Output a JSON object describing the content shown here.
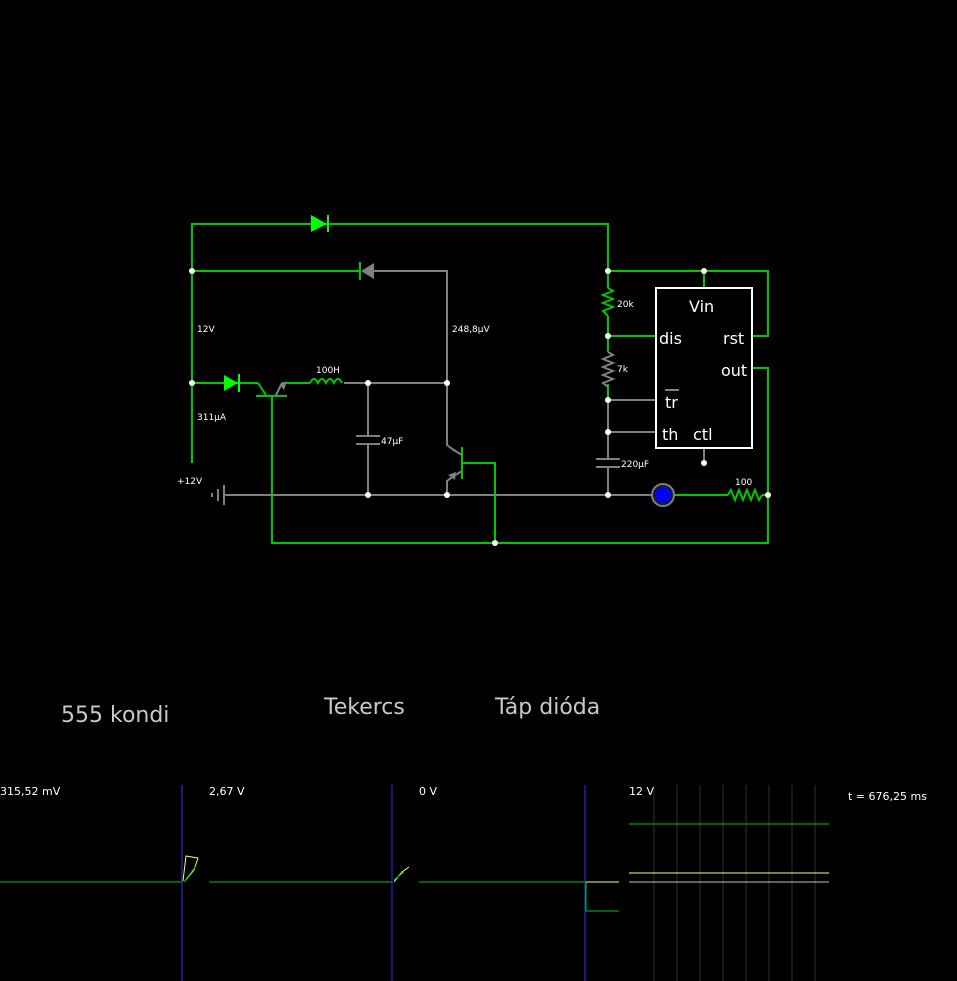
{
  "colors": {
    "background": "#000000",
    "wire_active": "#00c800",
    "wire_idle": "#808080",
    "diode_on": "#00ff00",
    "node": "#ffffff",
    "scope_cursor": "#3030ff",
    "trace_yellow": "#ffff60",
    "led": "#0000ff"
  },
  "circuit": {
    "labels": {
      "supply_voltage": "12V",
      "supply_current": "311µA",
      "collector_voltage": "248,8µV",
      "inductor": "100H",
      "cap_47": "47µF",
      "r_20k": "20k",
      "r_7k": "7k",
      "cap_220": "220µF",
      "r_100": "100",
      "source": "+12V"
    },
    "timer": {
      "vin": "Vin",
      "dis": "dis",
      "rst": "rst",
      "out": "out",
      "tr": "tr",
      "th": "th",
      "ctl": "ctl"
    }
  },
  "scope_titles": {
    "cap": "555 kondi",
    "coil": "Tekercs",
    "diode": "Táp dióda"
  },
  "scopes": [
    {
      "value": "315,52 mV"
    },
    {
      "value": "2,67 V"
    },
    {
      "value": "0 V"
    },
    {
      "value": "12 V"
    }
  ],
  "time": "t = 676,25 ms"
}
